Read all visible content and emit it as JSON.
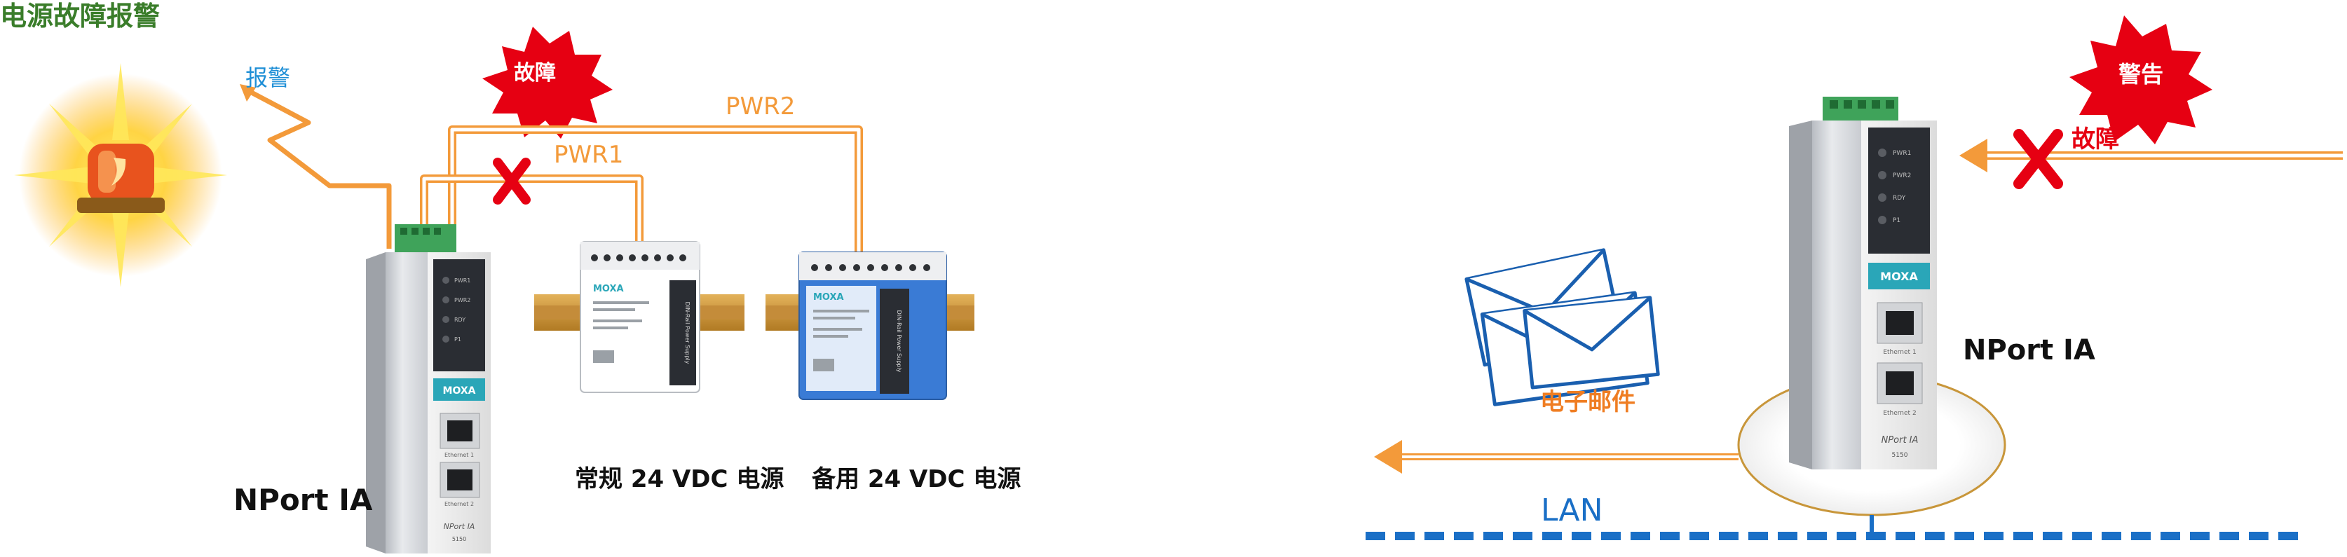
{
  "left": {
    "title": "电源故障报警",
    "alarm_label": "报警",
    "fault_label": "故障",
    "pwr1_label": "PWR1",
    "pwr2_label": "PWR2",
    "device_name": "NPort IA",
    "primary_supply_label": "常规 24 VDC 电源",
    "backup_supply_label": "备用 24 VDC 电源",
    "device_brand": "MOXA",
    "device_model": "NPort IA",
    "device_model_no": "5150",
    "port1_label": "Ethernet 1",
    "port2_label": "Ethernet 2",
    "led_labels": [
      "PWR1",
      "PWR2",
      "RDY",
      "P1"
    ],
    "psu_brand": "MOXA",
    "psu_side_text": "DIN-Rail Power Supply"
  },
  "right": {
    "warning_label": "警告",
    "fault_label": "故障",
    "email_label": "电子邮件",
    "device_name": "NPort IA",
    "lan_label": "LAN",
    "device_brand": "MOXA",
    "device_model": "NPort IA",
    "device_model_no": "5150",
    "port1_label": "Ethernet 1",
    "port2_label": "Ethernet 2",
    "led_labels": [
      "PWR1",
      "PWR2",
      "RDY",
      "P1"
    ]
  },
  "colors": {
    "title_green": "#3a7d2a",
    "label_blue": "#1f8fd6",
    "wire_orange": "#f39a3a",
    "burst_red": "#e60012",
    "x_red": "#e60012",
    "lan_blue": "#1a6fc6",
    "email_orange": "#ef7d22",
    "moxa_teal": "#2aa6b8"
  }
}
